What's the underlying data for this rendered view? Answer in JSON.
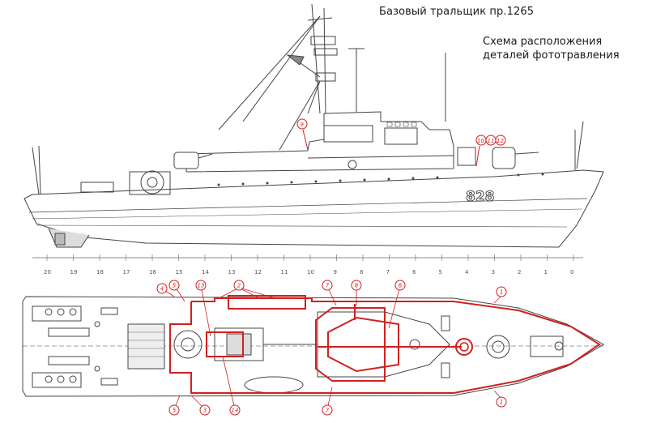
{
  "title": "Базовый тральщик пр.1265",
  "subtitle_line1": "Схема расположения",
  "subtitle_line2": "деталей фототравления",
  "hull_number": "828",
  "frame_numbers": [
    "20",
    "19",
    "18",
    "17",
    "16",
    "15",
    "14",
    "13",
    "12",
    "11",
    "10",
    "9",
    "8",
    "7",
    "6",
    "5",
    "4",
    "3",
    "2",
    "1",
    "0"
  ],
  "callouts_side": [
    "9",
    "10",
    "11",
    "12"
  ],
  "callouts_top": [
    "1",
    "1",
    "2",
    "3",
    "4",
    "5",
    "5",
    "6",
    "7",
    "7",
    "8",
    "13",
    "14"
  ],
  "colors": {
    "callout": "#d21f1f",
    "drawing": "#444444"
  }
}
